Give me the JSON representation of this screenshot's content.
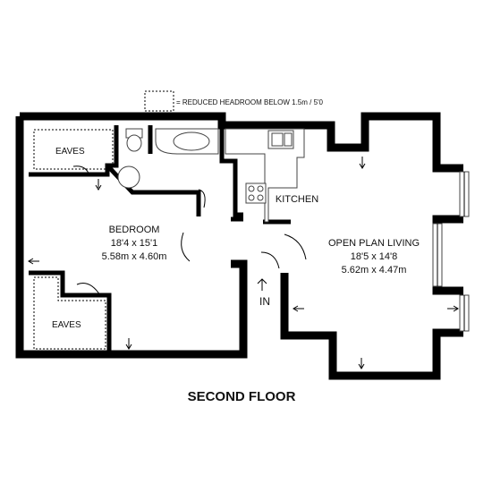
{
  "legend": {
    "text": "= REDUCED HEADROOM BELOW 1.5m / 5'0"
  },
  "floor_title": "SECOND FLOOR",
  "rooms": {
    "eaves_top": {
      "name": "EAVES"
    },
    "eaves_bottom": {
      "name": "EAVES"
    },
    "bedroom": {
      "name": "BEDROOM",
      "imperial": "18'4 x 15'1",
      "metric": "5.58m x 4.60m"
    },
    "kitchen": {
      "name": "KITCHEN"
    },
    "living": {
      "name": "OPEN PLAN LIVING",
      "imperial": "18'5 x 14'8",
      "metric": "5.62m x 4.47m"
    }
  },
  "entrance": {
    "label": "IN",
    "arrow": "up-arrow-icon"
  }
}
